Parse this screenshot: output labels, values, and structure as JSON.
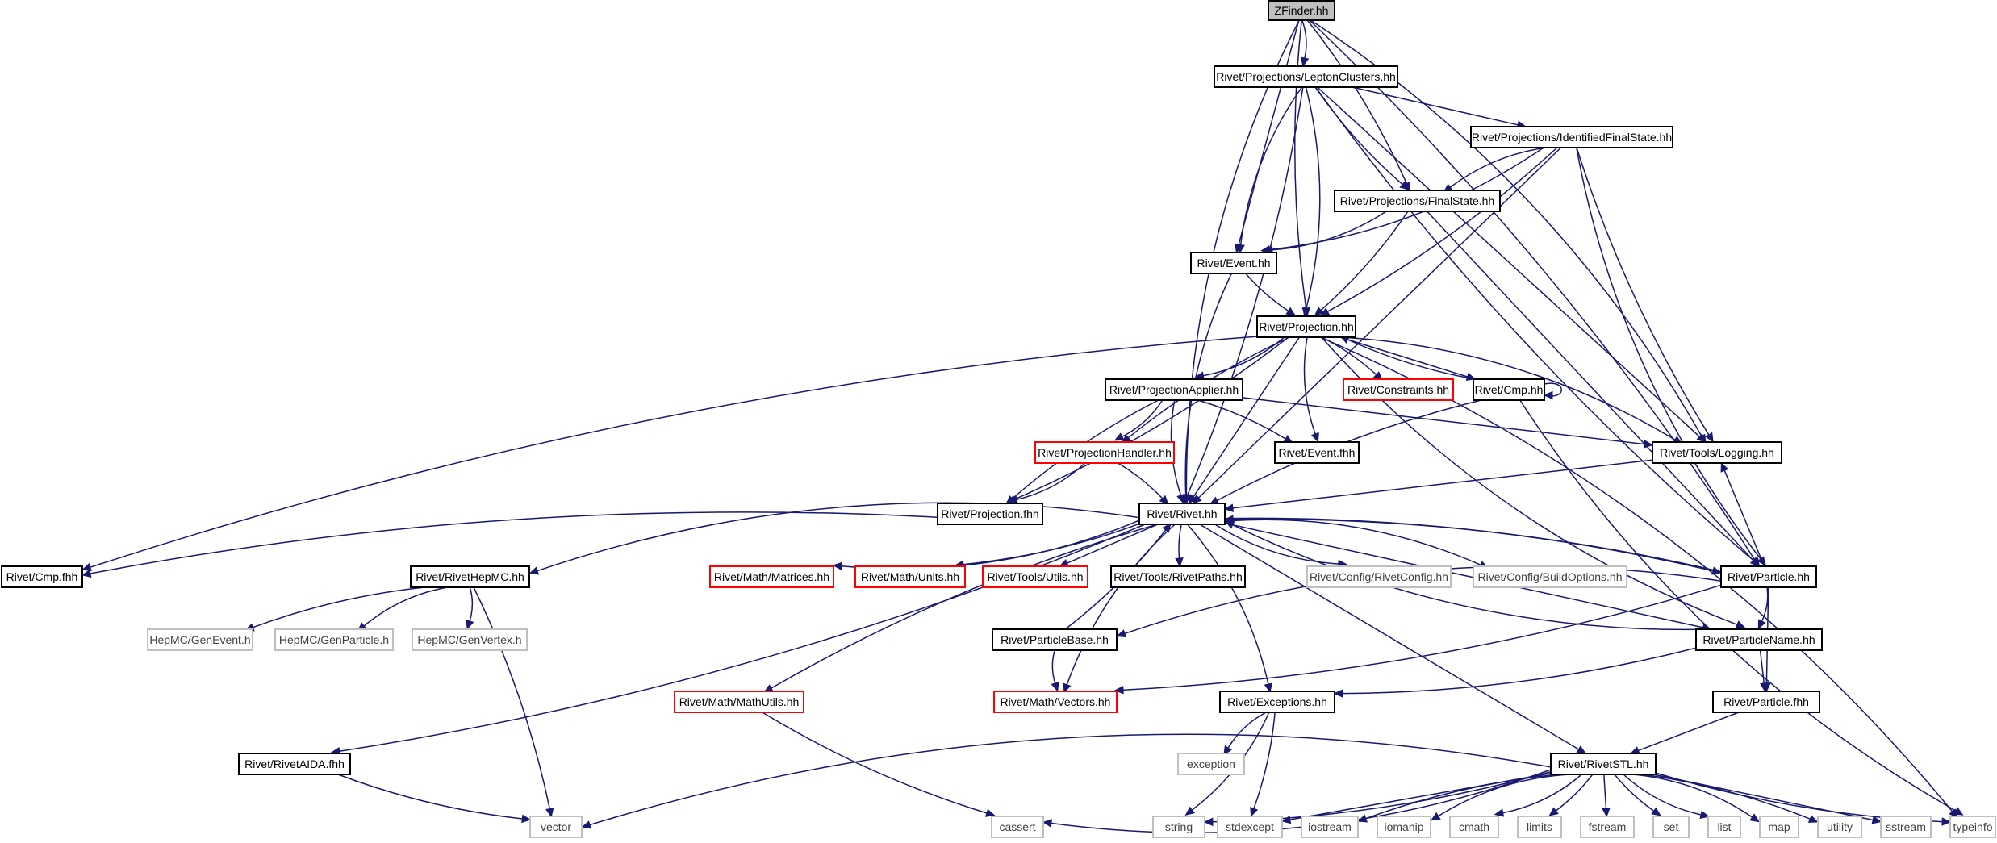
{
  "styles": {
    "focus": {
      "fill": "#bfbfbf",
      "stroke": "#000000",
      "text": "#000000"
    },
    "normal": {
      "fill": "#ffffff",
      "stroke": "#000000",
      "text": "#000000"
    },
    "missing": {
      "fill": "#ffffff",
      "stroke": "#ff0000",
      "text": "#000000"
    },
    "system": {
      "fill": "#ffffff",
      "stroke": "#bfbfbf",
      "text": "#404040"
    },
    "edge_color": "#191970"
  },
  "nodes": [
    {
      "id": "zfinder",
      "label": "ZFinder.hh",
      "style": "focus"
    },
    {
      "id": "leptonclusters",
      "label": "Rivet/Projections/LeptonClusters.hh",
      "style": "normal"
    },
    {
      "id": "identifiedfs",
      "label": "Rivet/Projections/IdentifiedFinalState.hh",
      "style": "normal"
    },
    {
      "id": "finalstate",
      "label": "Rivet/Projections/FinalState.hh",
      "style": "normal"
    },
    {
      "id": "event",
      "label": "Rivet/Event.hh",
      "style": "normal"
    },
    {
      "id": "projection",
      "label": "Rivet/Projection.hh",
      "style": "normal"
    },
    {
      "id": "projapplier",
      "label": "Rivet/ProjectionApplier.hh",
      "style": "normal"
    },
    {
      "id": "constraints",
      "label": "Rivet/Constraints.hh",
      "style": "missing"
    },
    {
      "id": "cmp",
      "label": "Rivet/Cmp.hh",
      "style": "normal"
    },
    {
      "id": "projhandler",
      "label": "Rivet/ProjectionHandler.hh",
      "style": "missing"
    },
    {
      "id": "eventfhh",
      "label": "Rivet/Event.fhh",
      "style": "normal"
    },
    {
      "id": "logging",
      "label": "Rivet/Tools/Logging.hh",
      "style": "normal"
    },
    {
      "id": "projfhh",
      "label": "Rivet/Projection.fhh",
      "style": "normal"
    },
    {
      "id": "rivet",
      "label": "Rivet/Rivet.hh",
      "style": "normal"
    },
    {
      "id": "cmpfhh",
      "label": "Rivet/Cmp.fhh",
      "style": "normal"
    },
    {
      "id": "rivethepmc",
      "label": "Rivet/RivetHepMC.hh",
      "style": "normal"
    },
    {
      "id": "matrices",
      "label": "Rivet/Math/Matrices.hh",
      "style": "missing"
    },
    {
      "id": "units",
      "label": "Rivet/Math/Units.hh",
      "style": "missing"
    },
    {
      "id": "utils",
      "label": "Rivet/Tools/Utils.hh",
      "style": "missing"
    },
    {
      "id": "rivetpaths",
      "label": "Rivet/Tools/RivetPaths.hh",
      "style": "normal"
    },
    {
      "id": "rivetconfig",
      "label": "Rivet/Config/RivetConfig.hh",
      "style": "system"
    },
    {
      "id": "buildoptions",
      "label": "Rivet/Config/BuildOptions.hh",
      "style": "system"
    },
    {
      "id": "particle",
      "label": "Rivet/Particle.hh",
      "style": "normal"
    },
    {
      "id": "genevent",
      "label": "HepMC/GenEvent.h",
      "style": "system"
    },
    {
      "id": "genparticle",
      "label": "HepMC/GenParticle.h",
      "style": "system"
    },
    {
      "id": "genvertex",
      "label": "HepMC/GenVertex.h",
      "style": "system"
    },
    {
      "id": "particlebase",
      "label": "Rivet/ParticleBase.hh",
      "style": "normal"
    },
    {
      "id": "particlename",
      "label": "Rivet/ParticleName.hh",
      "style": "normal"
    },
    {
      "id": "mathutils",
      "label": "Rivet/Math/MathUtils.hh",
      "style": "missing"
    },
    {
      "id": "vectors",
      "label": "Rivet/Math/Vectors.hh",
      "style": "missing"
    },
    {
      "id": "exceptions",
      "label": "Rivet/Exceptions.hh",
      "style": "normal"
    },
    {
      "id": "particlefhh",
      "label": "Rivet/Particle.fhh",
      "style": "normal"
    },
    {
      "id": "exception",
      "label": "exception",
      "style": "system"
    },
    {
      "id": "rivetaida",
      "label": "Rivet/RivetAIDA.fhh",
      "style": "normal"
    },
    {
      "id": "rivetstl",
      "label": "Rivet/RivetSTL.hh",
      "style": "normal"
    },
    {
      "id": "vector",
      "label": "vector",
      "style": "system"
    },
    {
      "id": "cassert",
      "label": "cassert",
      "style": "system"
    },
    {
      "id": "string",
      "label": "string",
      "style": "system"
    },
    {
      "id": "stdexcept",
      "label": "stdexcept",
      "style": "system"
    },
    {
      "id": "iostream",
      "label": "iostream",
      "style": "system"
    },
    {
      "id": "iomanip",
      "label": "iomanip",
      "style": "system"
    },
    {
      "id": "cmath",
      "label": "cmath",
      "style": "system"
    },
    {
      "id": "limits",
      "label": "limits",
      "style": "system"
    },
    {
      "id": "fstream",
      "label": "fstream",
      "style": "system"
    },
    {
      "id": "set",
      "label": "set",
      "style": "system"
    },
    {
      "id": "list",
      "label": "list",
      "style": "system"
    },
    {
      "id": "map",
      "label": "map",
      "style": "system"
    },
    {
      "id": "utility",
      "label": "utility",
      "style": "system"
    },
    {
      "id": "sstream",
      "label": "sstream",
      "style": "system"
    },
    {
      "id": "typeinfo",
      "label": "typeinfo",
      "style": "system"
    }
  ],
  "edges": [
    [
      "zfinder",
      "leptonclusters"
    ],
    [
      "zfinder",
      "finalstate"
    ],
    [
      "zfinder",
      "event"
    ],
    [
      "zfinder",
      "projection"
    ],
    [
      "zfinder",
      "rivet"
    ],
    [
      "zfinder",
      "logging"
    ],
    [
      "zfinder",
      "particle"
    ],
    [
      "leptonclusters",
      "identifiedfs"
    ],
    [
      "leptonclusters",
      "finalstate"
    ],
    [
      "leptonclusters",
      "event"
    ],
    [
      "leptonclusters",
      "projection"
    ],
    [
      "leptonclusters",
      "rivet"
    ],
    [
      "leptonclusters",
      "logging"
    ],
    [
      "leptonclusters",
      "particle"
    ],
    [
      "identifiedfs",
      "finalstate"
    ],
    [
      "identifiedfs",
      "event"
    ],
    [
      "identifiedfs",
      "projection"
    ],
    [
      "identifiedfs",
      "rivet"
    ],
    [
      "identifiedfs",
      "logging"
    ],
    [
      "identifiedfs",
      "particle"
    ],
    [
      "finalstate",
      "event"
    ],
    [
      "finalstate",
      "projection"
    ],
    [
      "finalstate",
      "particle"
    ],
    [
      "event",
      "projection"
    ],
    [
      "event",
      "rivet"
    ],
    [
      "projection",
      "projapplier"
    ],
    [
      "projection",
      "constraints"
    ],
    [
      "projection",
      "cmp"
    ],
    [
      "projection",
      "projhandler"
    ],
    [
      "projection",
      "eventfhh"
    ],
    [
      "projection",
      "logging"
    ],
    [
      "projection",
      "projfhh"
    ],
    [
      "projection",
      "rivet"
    ],
    [
      "projection",
      "cmpfhh"
    ],
    [
      "projection",
      "particlename"
    ],
    [
      "projection",
      "typeinfo"
    ],
    [
      "cmp",
      "projection"
    ],
    [
      "cmp",
      "cmp"
    ],
    [
      "cmp",
      "rivet"
    ],
    [
      "cmp",
      "typeinfo"
    ],
    [
      "projapplier",
      "projhandler"
    ],
    [
      "projapplier",
      "eventfhh"
    ],
    [
      "projapplier",
      "logging"
    ],
    [
      "projapplier",
      "projfhh"
    ],
    [
      "projapplier",
      "rivet"
    ],
    [
      "projhandler",
      "projfhh"
    ],
    [
      "projhandler",
      "rivet"
    ],
    [
      "logging",
      "rivet"
    ],
    [
      "projfhh",
      "cmpfhh"
    ],
    [
      "rivet",
      "rivethepmc"
    ],
    [
      "rivet",
      "matrices"
    ],
    [
      "rivet",
      "units"
    ],
    [
      "rivet",
      "utils"
    ],
    [
      "rivet",
      "rivetpaths"
    ],
    [
      "rivet",
      "rivetconfig"
    ],
    [
      "rivet",
      "buildoptions"
    ],
    [
      "rivet",
      "particle"
    ],
    [
      "rivet",
      "particlename"
    ],
    [
      "rivet",
      "mathutils"
    ],
    [
      "rivet",
      "vectors"
    ],
    [
      "rivet",
      "exceptions"
    ],
    [
      "rivet",
      "rivetaida"
    ],
    [
      "rivet",
      "rivetstl"
    ],
    [
      "rivethepmc",
      "genevent"
    ],
    [
      "rivethepmc",
      "genparticle"
    ],
    [
      "rivethepmc",
      "genvertex"
    ],
    [
      "rivethepmc",
      "vector"
    ],
    [
      "particle",
      "logging"
    ],
    [
      "particle",
      "rivet"
    ],
    [
      "particle",
      "particlebase"
    ],
    [
      "particle",
      "particlename"
    ],
    [
      "particle",
      "vectors"
    ],
    [
      "particle",
      "particlefhh"
    ],
    [
      "particlebase",
      "rivet"
    ],
    [
      "particlebase",
      "vectors"
    ],
    [
      "particlename",
      "rivet"
    ],
    [
      "particlename",
      "exceptions"
    ],
    [
      "particlename",
      "particlefhh"
    ],
    [
      "mathutils",
      "cassert"
    ],
    [
      "exceptions",
      "exception"
    ],
    [
      "exceptions",
      "string"
    ],
    [
      "exceptions",
      "stdexcept"
    ],
    [
      "particlefhh",
      "rivetstl"
    ],
    [
      "rivetaida",
      "vector"
    ],
    [
      "rivetstl",
      "vector"
    ],
    [
      "rivetstl",
      "cassert"
    ],
    [
      "rivetstl",
      "string"
    ],
    [
      "rivetstl",
      "stdexcept"
    ],
    [
      "rivetstl",
      "iostream"
    ],
    [
      "rivetstl",
      "iomanip"
    ],
    [
      "rivetstl",
      "cmath"
    ],
    [
      "rivetstl",
      "limits"
    ],
    [
      "rivetstl",
      "fstream"
    ],
    [
      "rivetstl",
      "set"
    ],
    [
      "rivetstl",
      "list"
    ],
    [
      "rivetstl",
      "map"
    ],
    [
      "rivetstl",
      "utility"
    ],
    [
      "rivetstl",
      "sstream"
    ],
    [
      "rivetstl",
      "typeinfo"
    ]
  ]
}
